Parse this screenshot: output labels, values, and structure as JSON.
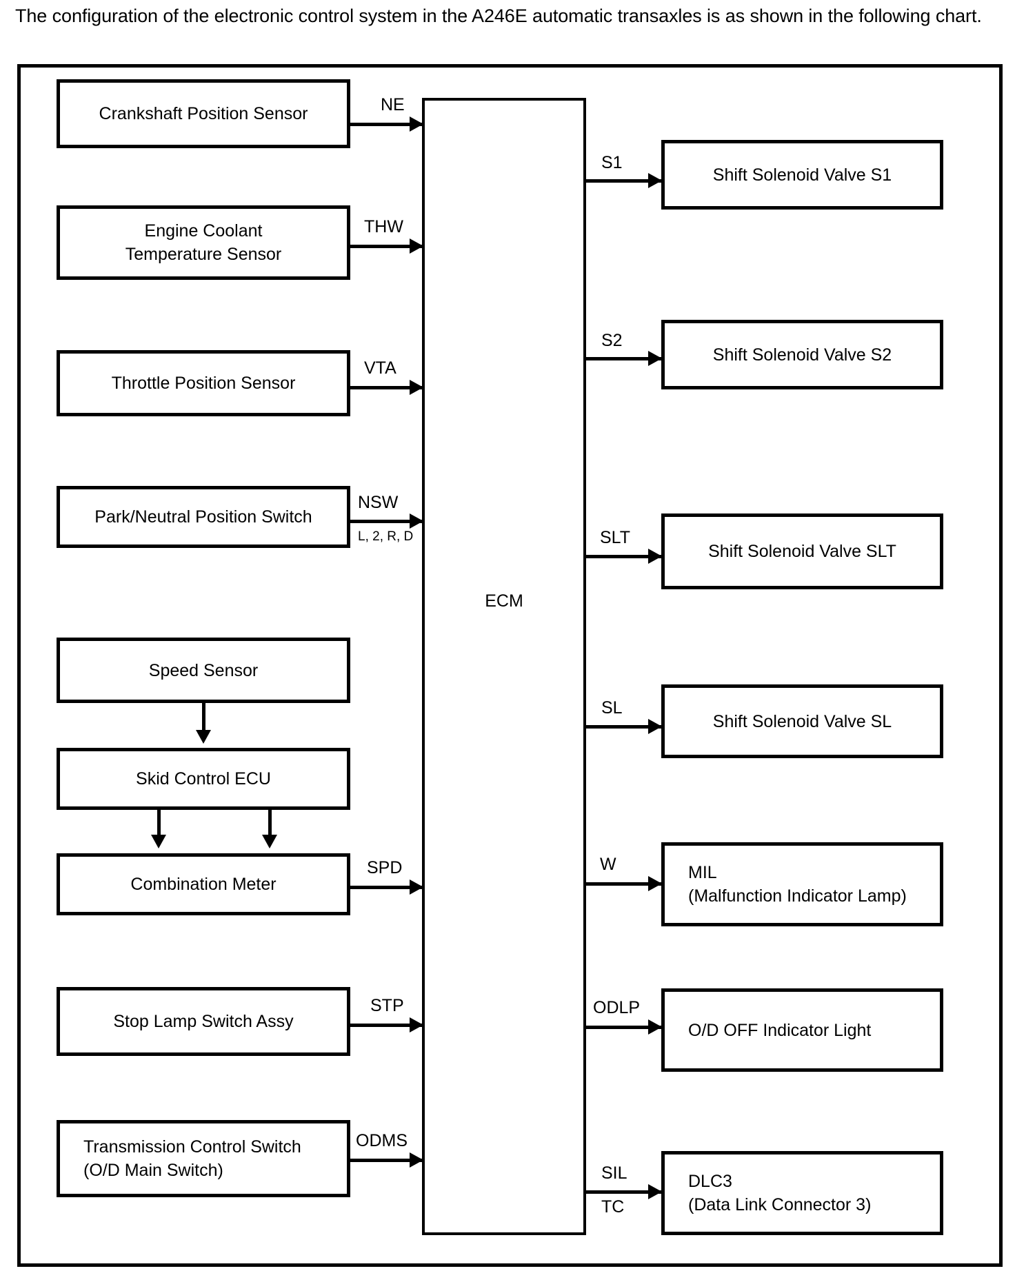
{
  "intro": {
    "text": "The configuration of the electronic control system in the A246E automatic transaxles is as shown in the following chart."
  },
  "diagram": {
    "ecm": {
      "label": "ECM"
    },
    "inputs": [
      {
        "label": "Crankshaft Position Sensor",
        "signal": "NE",
        "signal_sub": ""
      },
      {
        "label_line1": "Engine Coolant",
        "label_line2": "Temperature Sensor",
        "signal": "THW",
        "signal_sub": ""
      },
      {
        "label": "Throttle Position Sensor",
        "signal": "VTA",
        "signal_sub": ""
      },
      {
        "label": "Park/Neutral Position Switch",
        "signal": "NSW",
        "signal_sub": "L, 2, R, D"
      },
      {
        "label": "Speed Sensor",
        "signal": "",
        "signal_sub": ""
      },
      {
        "label": "Skid Control ECU",
        "signal": "",
        "signal_sub": ""
      },
      {
        "label": "Combination Meter",
        "signal": "SPD",
        "signal_sub": ""
      },
      {
        "label": "Stop Lamp Switch Assy",
        "signal": "STP",
        "signal_sub": ""
      },
      {
        "label_line1": "Transmission Control Switch",
        "label_line2": "(O/D Main Switch)",
        "signal": "ODMS",
        "signal_sub": ""
      }
    ],
    "outputs": [
      {
        "label": "Shift Solenoid Valve S1",
        "signal": "S1",
        "signal_sub": ""
      },
      {
        "label": "Shift Solenoid Valve S2",
        "signal": "S2",
        "signal_sub": ""
      },
      {
        "label": "Shift Solenoid Valve SLT",
        "signal": "SLT",
        "signal_sub": ""
      },
      {
        "label": "Shift Solenoid Valve SL",
        "signal": "SL",
        "signal_sub": ""
      },
      {
        "label_line1": "MIL",
        "label_line2": "(Malfunction Indicator Lamp)",
        "signal": "W",
        "signal_sub": ""
      },
      {
        "label": "O/D OFF Indicator Light",
        "signal": "ODLP",
        "signal_sub": ""
      },
      {
        "label_line1": "DLC3",
        "label_line2": "(Data Link Connector 3)",
        "signal": "SIL",
        "signal_sub": "TC"
      }
    ]
  }
}
